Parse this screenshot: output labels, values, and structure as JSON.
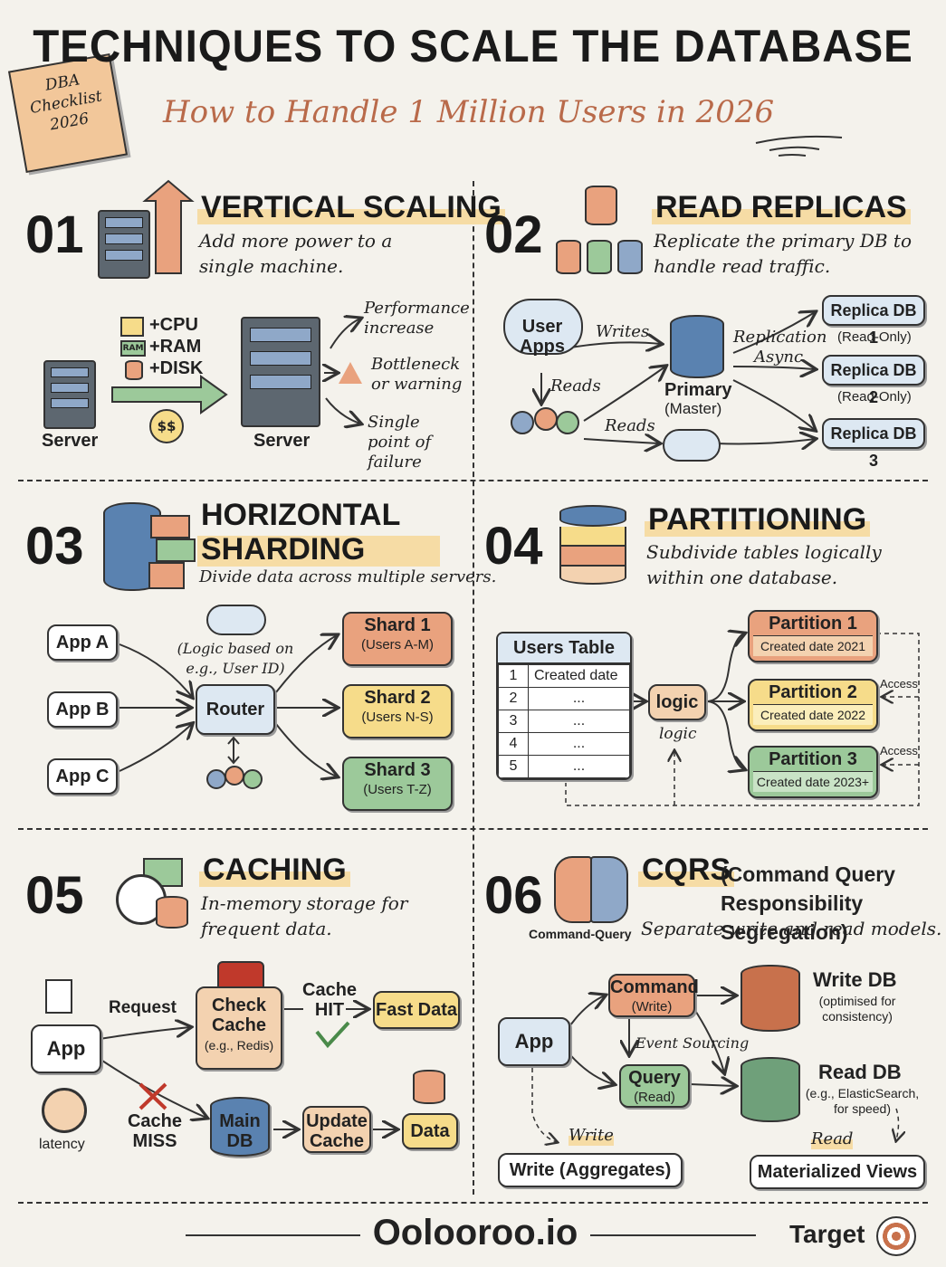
{
  "header": {
    "title": "TECHNIQUES TO SCALE THE DATABASE",
    "subtitle": "How to Handle 1 Million Users in 2026",
    "note": "DBA\nChecklist\n2026"
  },
  "s1": {
    "num": "01",
    "title": "VERTICAL SCALING",
    "desc": "Add more power to a single machine.",
    "server_left": "Server",
    "server_right": "Server",
    "cpu": "+CPU",
    "ram": "+RAM",
    "disk": "+DISK",
    "ram_chip": "RAM",
    "cost": "$$",
    "perf": "Performance increase",
    "bottleneck": "Bottleneck or warning",
    "spof": "Single point of failure"
  },
  "s2": {
    "num": "02",
    "title": "READ REPLICAS",
    "desc": "Replicate the primary DB to handle read traffic.",
    "user_apps": "User Apps",
    "writes": "Writes",
    "reads1": "Reads",
    "reads2": "Reads",
    "primary": "Primary",
    "master": "(Master)",
    "replication": "Replication Async",
    "replicas": [
      {
        "name": "Replica DB 1",
        "ro": "(Read-Only)"
      },
      {
        "name": "Replica DB 2",
        "ro": "(Read-Only)"
      },
      {
        "name": "Replica DB 3",
        "ro": ""
      }
    ]
  },
  "s3": {
    "num": "03",
    "title": "HORIZONTAL SHARDING",
    "desc": "Divide data across multiple servers.",
    "apps": [
      "App A",
      "App B",
      "App C"
    ],
    "logic": "(Logic based on e.g., User ID)",
    "router": "Router",
    "shards": [
      {
        "name": "Shard 1",
        "range": "(Users A-M)"
      },
      {
        "name": "Shard 2",
        "range": "(Users N-S)"
      },
      {
        "name": "Shard 3",
        "range": "(Users T-Z)"
      }
    ]
  },
  "s4": {
    "num": "04",
    "title": "PARTITIONING",
    "desc": "Subdivide tables logically within one database.",
    "table_title": "Users Table",
    "col_header": "Created date",
    "rows": [
      {
        "n": "1",
        "v": "Created date"
      },
      {
        "n": "2",
        "v": "..."
      },
      {
        "n": "3",
        "v": "..."
      },
      {
        "n": "4",
        "v": "..."
      },
      {
        "n": "5",
        "v": "..."
      }
    ],
    "logic_box": "logic",
    "logic_label": "logic",
    "access1": "Access",
    "access2": "Access",
    "partitions": [
      {
        "name": "Partition 1",
        "sub": "Created date 2021"
      },
      {
        "name": "Partition 2",
        "sub": "Created date 2022"
      },
      {
        "name": "Partition 3",
        "sub": "Created date 2023+"
      }
    ]
  },
  "s5": {
    "num": "05",
    "title": "CACHING",
    "desc": "In-memory storage for frequent data.",
    "app": "App",
    "request": "Request",
    "check_cache": "Check Cache",
    "redis": "(e.g., Redis)",
    "hit": "Cache HIT",
    "fast": "Fast Data",
    "miss": "Cache MISS",
    "main_db": "Main DB",
    "update": "Update Cache",
    "data": "Data",
    "latency": "latency"
  },
  "s6": {
    "num": "06",
    "title": "CQRS",
    "title_paren": "(Command Query Responsibility Segregation)",
    "desc": "Separate write and read models.",
    "brain": "Command-Query",
    "app": "App",
    "command": "Command",
    "command_sub": "(Write)",
    "query": "Query",
    "query_sub": "(Read)",
    "event": "Event Sourcing",
    "write_db": "Write DB",
    "write_db_sub": "(optimised for consistency)",
    "read_db": "Read DB",
    "read_db_sub": "(e.g., ElasticSearch, for speed)",
    "write_lbl": "Write",
    "read_lbl": "Read",
    "write_agg": "Write (Aggregates)",
    "mat_views": "Materialized Views"
  },
  "footer": {
    "brand": "Oolooroo.io",
    "target": "Target"
  },
  "colors": {
    "orange": "#e9a27e",
    "yellow": "#f6dc8a",
    "green": "#9cc99a",
    "blue": "#8fa8c8",
    "peach": "#f3d2b0",
    "accent": "#b96a4a"
  }
}
